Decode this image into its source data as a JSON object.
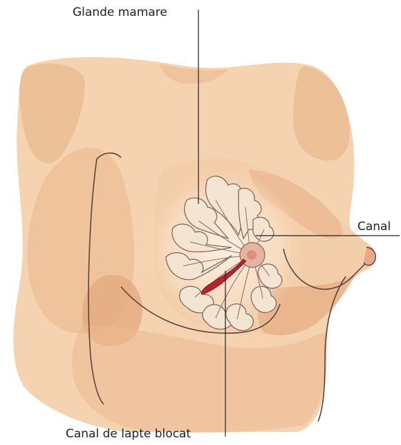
{
  "labels": {
    "mammary_gland": "Glande mamare",
    "duct": "Canal",
    "blocked_milk_duct": "Canal de lapte blocat"
  },
  "colors": {
    "skin_light": "#f7d8b8",
    "skin_mid": "#eec39a",
    "skin_shadow": "#e3ad82",
    "skin_deep": "#d99a6e",
    "outline": "#5a4638",
    "lobe_fill": "#f4e4d2",
    "lobe_edge": "#7d6a5c",
    "areola": "#e7b3a1",
    "nipple": "#d98f84",
    "blockage": "#b5242a",
    "leader_line": "#222222"
  }
}
